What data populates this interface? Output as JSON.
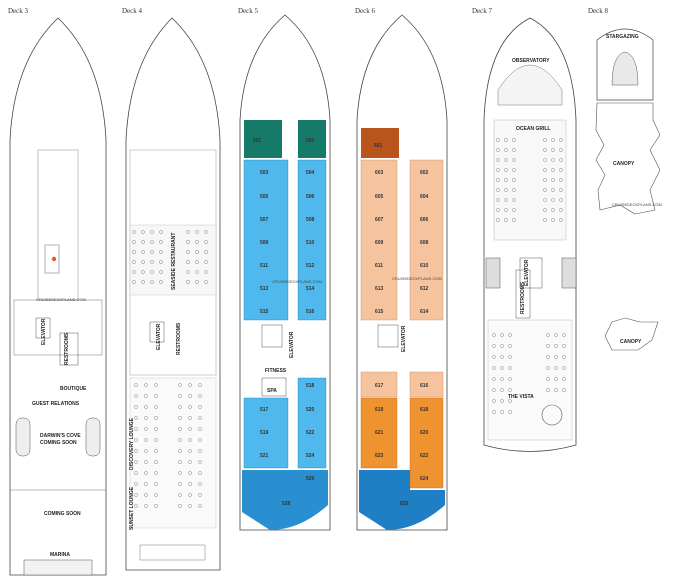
{
  "decks": [
    {
      "title": "Deck 3",
      "labels": [
        "ELEVATOR",
        "RESTROOMS",
        "BOUTIQUE",
        "GUEST RELATIONS",
        "DARWIN'S COVE",
        "COMING SOON",
        "COMING SOON",
        "MARINA"
      ]
    },
    {
      "title": "Deck 4",
      "labels": [
        "SEASIDE RESTAURANT",
        "ELEVATOR",
        "RESTROOMS",
        "DISCOVERY LOUNGE",
        "SUNSET LOUNGE"
      ]
    },
    {
      "title": "Deck 5",
      "labels": [
        "ELEVATOR",
        "FITNESS",
        "SPA"
      ],
      "cabins_left": [
        "501",
        "503",
        "505",
        "507",
        "509",
        "511",
        "513",
        "515",
        "517",
        "519",
        "521"
      ],
      "cabins_right": [
        "502",
        "504",
        "506",
        "508",
        "510",
        "512",
        "514",
        "516",
        "518",
        "520",
        "522",
        "524",
        "526"
      ],
      "stern_cabin": "528"
    },
    {
      "title": "Deck 6",
      "labels": [
        "ELEVATOR"
      ],
      "cabins_left": [
        "601",
        "603",
        "605",
        "607",
        "609",
        "611",
        "613",
        "615",
        "617",
        "619",
        "621",
        "623"
      ],
      "cabins_right": [
        "602",
        "604",
        "606",
        "608",
        "610",
        "612",
        "614",
        "616",
        "618",
        "620",
        "622",
        "624"
      ],
      "stern_cabin": "625"
    },
    {
      "title": "Deck 7",
      "labels": [
        "OBSERVATORY",
        "OCEAN GRILL",
        "ELEVATOR",
        "RESTROOMS",
        "THE VISTA"
      ]
    },
    {
      "title": "Deck 8",
      "labels": [
        "STARGAZING",
        "CANOPY",
        "CANOPY"
      ]
    }
  ],
  "watermark": "CRUISEDECKPLANS.COM",
  "colors": {
    "suite_green": "#157a68",
    "cabin_blue": "#4fb8ec",
    "stern_blue": "#2a8fd0",
    "suite_brown": "#b9541c",
    "cabin_peach": "#f6c39f",
    "cabin_orange": "#ef9330",
    "stern_deck6": "#1e7fc4",
    "outline": "#444444"
  }
}
